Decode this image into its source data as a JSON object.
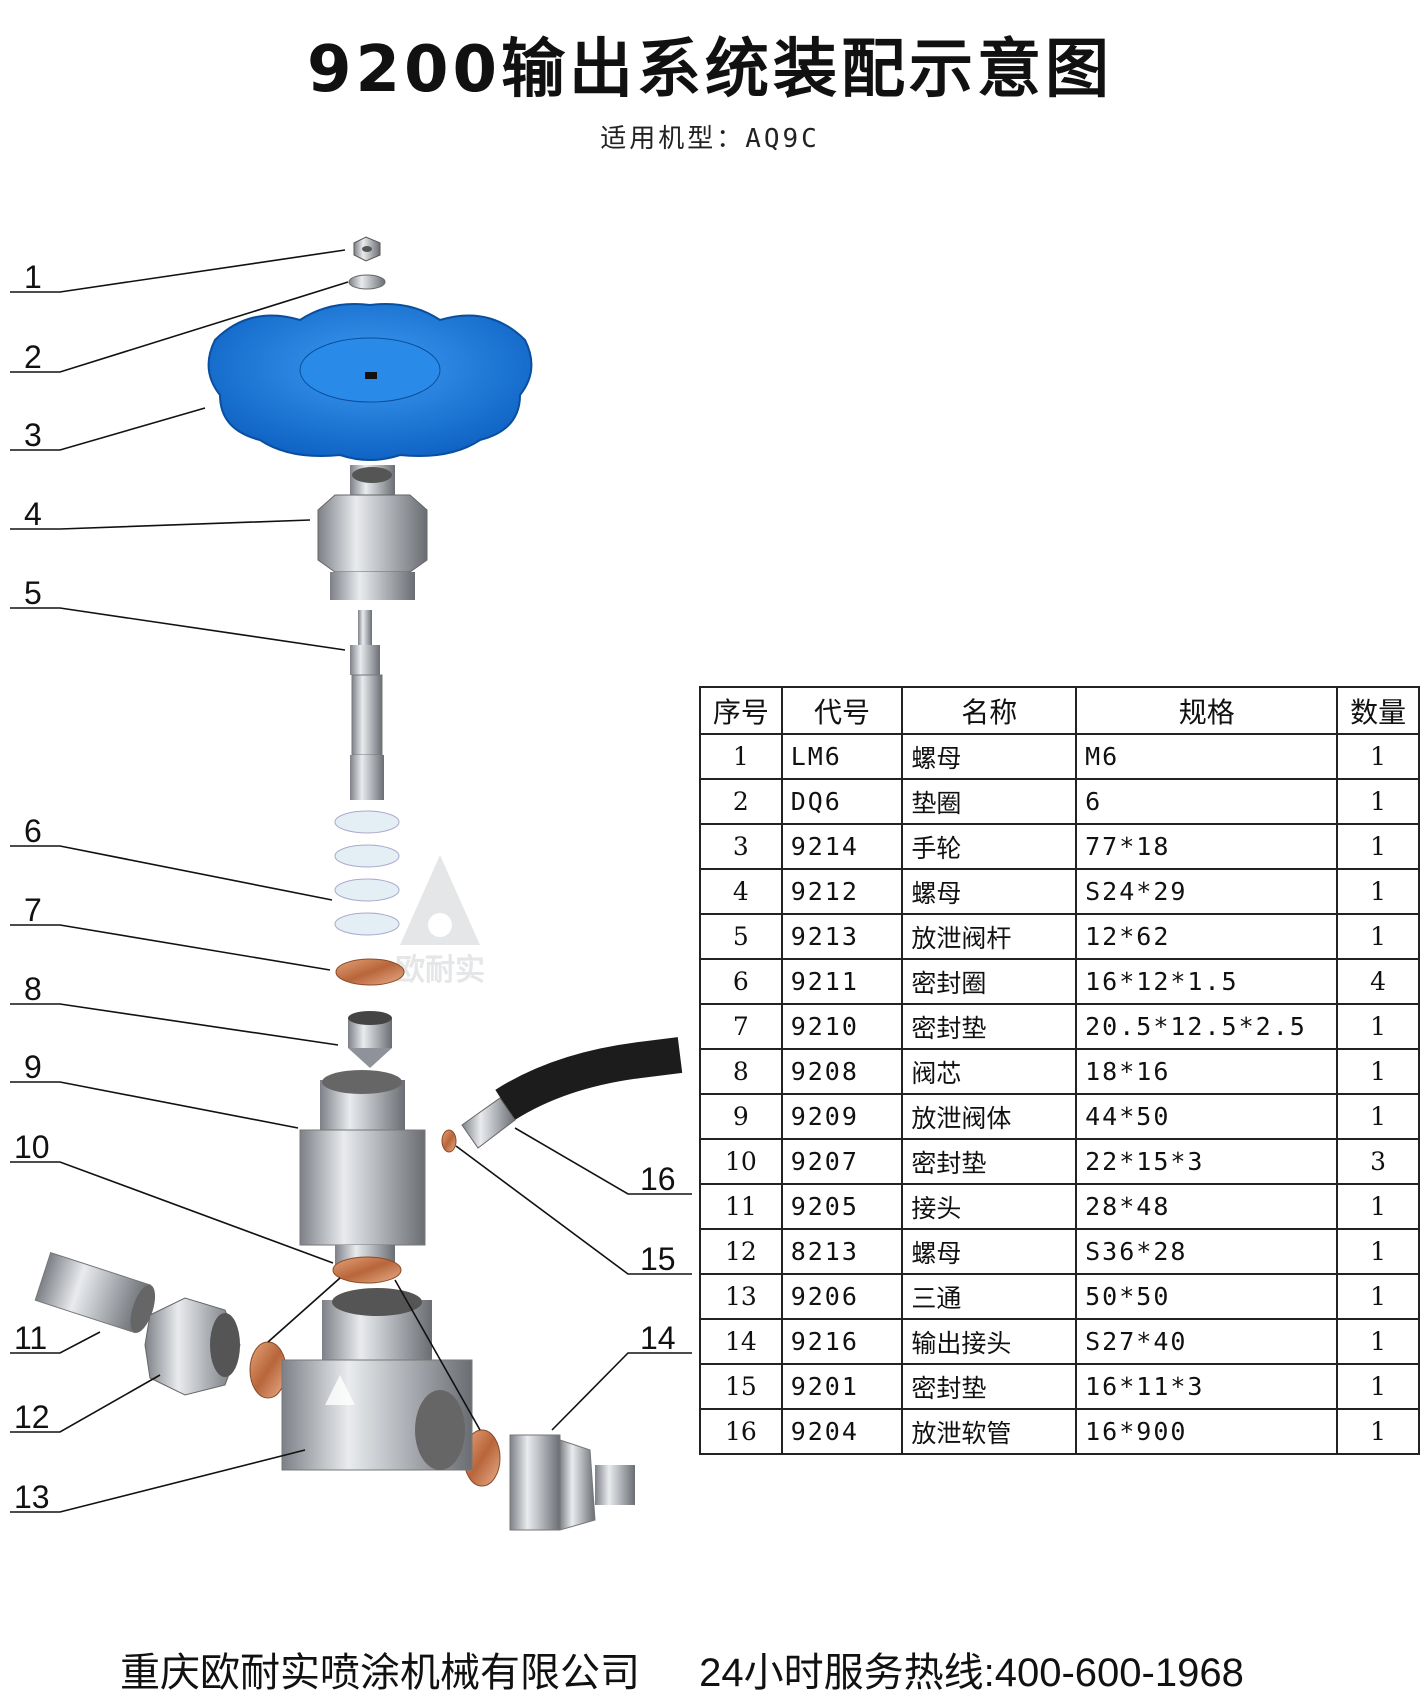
{
  "header": {
    "title": "9200输出系统装配示意图",
    "subtitle": "适用机型：AQ9C"
  },
  "callouts": [
    "1",
    "2",
    "3",
    "4",
    "5",
    "6",
    "7",
    "8",
    "9",
    "10",
    "11",
    "12",
    "13",
    "14",
    "15",
    "16"
  ],
  "watermark": {
    "brand_text": "欧耐实"
  },
  "colors": {
    "handwheel": "#1e7fe0",
    "copper": "#c87a4a",
    "steel": "#b9bdc2",
    "hose": "#1c1c1c",
    "ptfe": "#e4eef5"
  },
  "table": {
    "headers": [
      "序号",
      "代号",
      "名称",
      "规格",
      "数量"
    ],
    "rows": [
      [
        "1",
        "LM6",
        "螺母",
        "M6",
        "1"
      ],
      [
        "2",
        "DQ6",
        "垫圈",
        "6",
        "1"
      ],
      [
        "3",
        "9214",
        "手轮",
        "77*18",
        "1"
      ],
      [
        "4",
        "9212",
        "螺母",
        "S24*29",
        "1"
      ],
      [
        "5",
        "9213",
        "放泄阀杆",
        "12*62",
        "1"
      ],
      [
        "6",
        "9211",
        "密封圈",
        "16*12*1.5",
        "4"
      ],
      [
        "7",
        "9210",
        "密封垫",
        "20.5*12.5*2.5",
        "1"
      ],
      [
        "8",
        "9208",
        "阀芯",
        "18*16",
        "1"
      ],
      [
        "9",
        "9209",
        "放泄阀体",
        "44*50",
        "1"
      ],
      [
        "10",
        "9207",
        "密封垫",
        "22*15*3",
        "3"
      ],
      [
        "11",
        "9205",
        "接头",
        "28*48",
        "1"
      ],
      [
        "12",
        "8213",
        "螺母",
        "S36*28",
        "1"
      ],
      [
        "13",
        "9206",
        "三通",
        "50*50",
        "1"
      ],
      [
        "14",
        "9216",
        "输出接头",
        "S27*40",
        "1"
      ],
      [
        "15",
        "9201",
        "密封垫",
        "16*11*3",
        "1"
      ],
      [
        "16",
        "9204",
        "放泄软管",
        "16*900",
        "1"
      ]
    ]
  },
  "footer": {
    "company": "重庆欧耐实喷涂机械有限公司",
    "hotline": "24小时服务热线:400-600-1968"
  }
}
